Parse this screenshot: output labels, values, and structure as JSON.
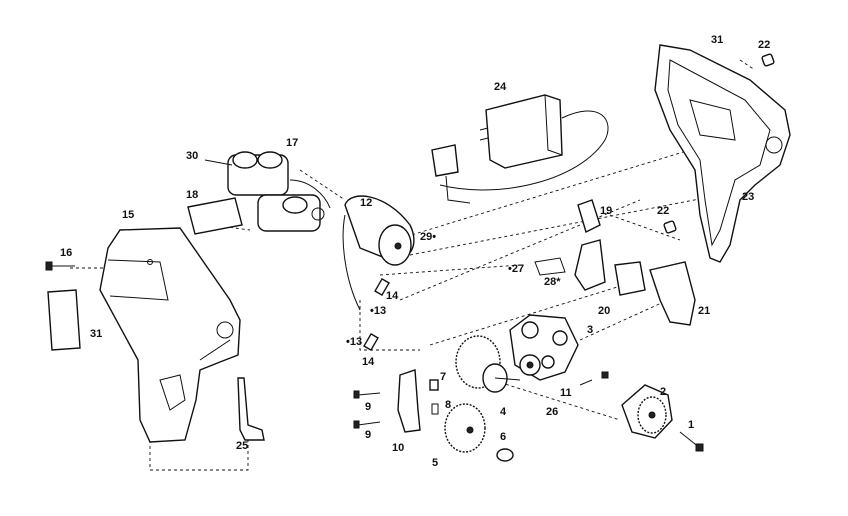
{
  "diagram": {
    "callouts": [
      {
        "id": "1",
        "label": "1"
      },
      {
        "id": "2",
        "label": "2"
      },
      {
        "id": "3",
        "label": "3"
      },
      {
        "id": "4",
        "label": "4"
      },
      {
        "id": "5",
        "label": "5"
      },
      {
        "id": "6",
        "label": "6"
      },
      {
        "id": "7",
        "label": "7"
      },
      {
        "id": "8",
        "label": "8"
      },
      {
        "id": "9a",
        "label": "9"
      },
      {
        "id": "9b",
        "label": "9"
      },
      {
        "id": "10",
        "label": "10"
      },
      {
        "id": "11",
        "label": "11"
      },
      {
        "id": "12",
        "label": "12"
      },
      {
        "id": "13a",
        "label": "•13"
      },
      {
        "id": "13b",
        "label": "•13"
      },
      {
        "id": "14a",
        "label": "14"
      },
      {
        "id": "14b",
        "label": "14"
      },
      {
        "id": "15",
        "label": "15"
      },
      {
        "id": "16",
        "label": "16"
      },
      {
        "id": "17",
        "label": "17"
      },
      {
        "id": "18",
        "label": "18"
      },
      {
        "id": "19",
        "label": "19"
      },
      {
        "id": "20",
        "label": "20"
      },
      {
        "id": "21",
        "label": "21"
      },
      {
        "id": "22a",
        "label": "22"
      },
      {
        "id": "22b",
        "label": "22"
      },
      {
        "id": "23",
        "label": "23"
      },
      {
        "id": "24",
        "label": "24"
      },
      {
        "id": "25",
        "label": "25"
      },
      {
        "id": "26",
        "label": "26"
      },
      {
        "id": "27",
        "label": "•27"
      },
      {
        "id": "28",
        "label": "28*"
      },
      {
        "id": "29",
        "label": "29•"
      },
      {
        "id": "30",
        "label": "30"
      },
      {
        "id": "31a",
        "label": "31"
      },
      {
        "id": "31b",
        "label": "31"
      }
    ]
  }
}
